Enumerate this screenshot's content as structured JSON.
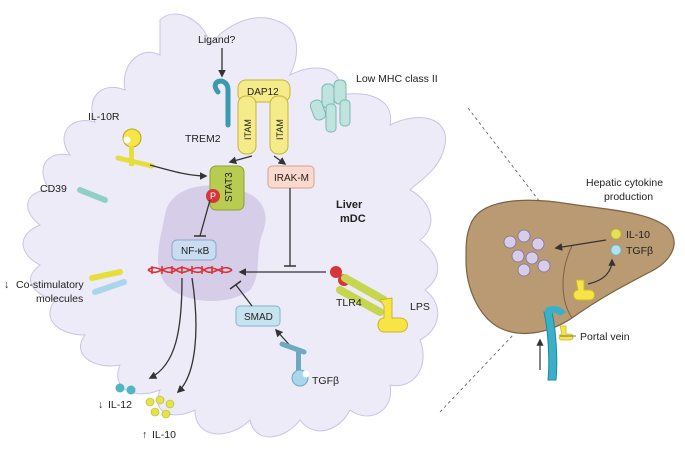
{
  "cell": {
    "title_line1": "Liver",
    "title_line2": "mDC"
  },
  "labels": {
    "ligand": "Ligand?",
    "dap12": "DAP12",
    "itam": "ITAM",
    "trem2": "TREM2",
    "low_mhc": "Low MHC class II",
    "il10r": "IL-10R",
    "cd39": "CD39",
    "costim_arrow": "↓",
    "costim_line1": "Co-stimulatory",
    "costim_line2": "molecules",
    "stat3": "STAT3",
    "phospho": "P",
    "irak_m": "IRAK-M",
    "nfkb": "NF-κB",
    "tlr4": "TLR4",
    "lps": "LPS",
    "smad": "SMAD",
    "tgfb": "TGFβ",
    "il12_arrow": "↓",
    "il12": "IL-12",
    "il10_arrow": "↑",
    "il10": "IL-10"
  },
  "liver": {
    "title_line1": "Hepatic cytokine",
    "title_line2": "production",
    "legend_il10": "IL-10",
    "legend_tgfb": "TGFβ",
    "portal_vein": "Portal vein"
  },
  "colors": {
    "cell_fill": "#ecebf7",
    "nucleus_fill": "#d6cde9",
    "stat3_fill": "#b9cc52",
    "irak_fill": "#fcd9cc",
    "nfkb_fill": "#c9dcf0",
    "smad_fill": "#c7e3ef",
    "dap12_fill": "#f6eb8a",
    "tlr4_fill": "#c6d64e",
    "lps_fill": "#f7e447",
    "liver_fill": "#b99a72",
    "vein_fill": "#3ab0c8",
    "dna_red": "#d8353b",
    "il10_yellow": "#e4e34f",
    "il12_teal": "#4fb6c6",
    "tgfb_blue": "#aee3f3"
  }
}
